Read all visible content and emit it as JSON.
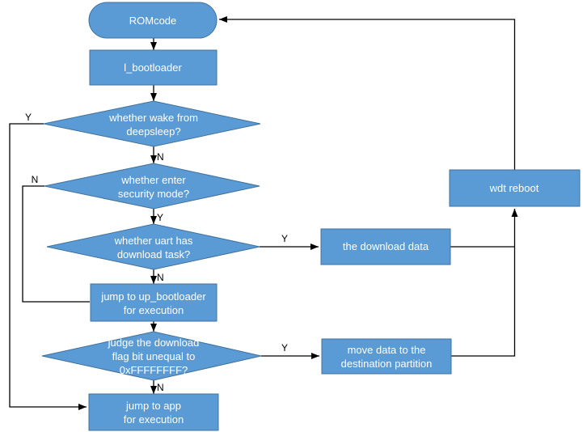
{
  "diagram": {
    "type": "flowchart",
    "colors": {
      "node_fill": "#5b9bd5",
      "node_border": "#41719c",
      "connector": "#000000",
      "node_text": "#ffffff",
      "label_text": "#000000"
    },
    "nodes": {
      "romcode": {
        "shape": "terminator",
        "label": "ROMcode"
      },
      "l_bootloader": {
        "shape": "process",
        "label": "l_bootloader"
      },
      "wake_deepsleep": {
        "shape": "decision",
        "line1": "whether wake from",
        "line2": "deepsleep?"
      },
      "security_mode": {
        "shape": "decision",
        "line1": "whether enter",
        "line2": "security mode?"
      },
      "uart_download": {
        "shape": "decision",
        "line1": "whether uart has",
        "line2": "download task?"
      },
      "jump_up_bootloader": {
        "shape": "process",
        "line1": "jump to up_bootloader",
        "line2": "for execution"
      },
      "download_flag": {
        "shape": "decision",
        "line1": "judge the download",
        "line2": "flag bit unequal to",
        "line3": "0xFFFFFFFF?"
      },
      "jump_app": {
        "shape": "process",
        "line1": "jump to app",
        "line2": "for execution"
      },
      "download_data": {
        "shape": "process",
        "label": "the download data"
      },
      "move_data": {
        "shape": "process",
        "line1": "move data to the",
        "line2": "destination partition"
      },
      "wdt_reboot": {
        "shape": "process",
        "label": "wdt reboot"
      }
    },
    "edge_labels": {
      "wake_yes": "Y",
      "wake_no": "N",
      "security_no": "N",
      "security_yes": "Y",
      "uart_yes": "Y",
      "uart_no": "N",
      "flag_yes": "Y",
      "flag_no": "N"
    }
  }
}
